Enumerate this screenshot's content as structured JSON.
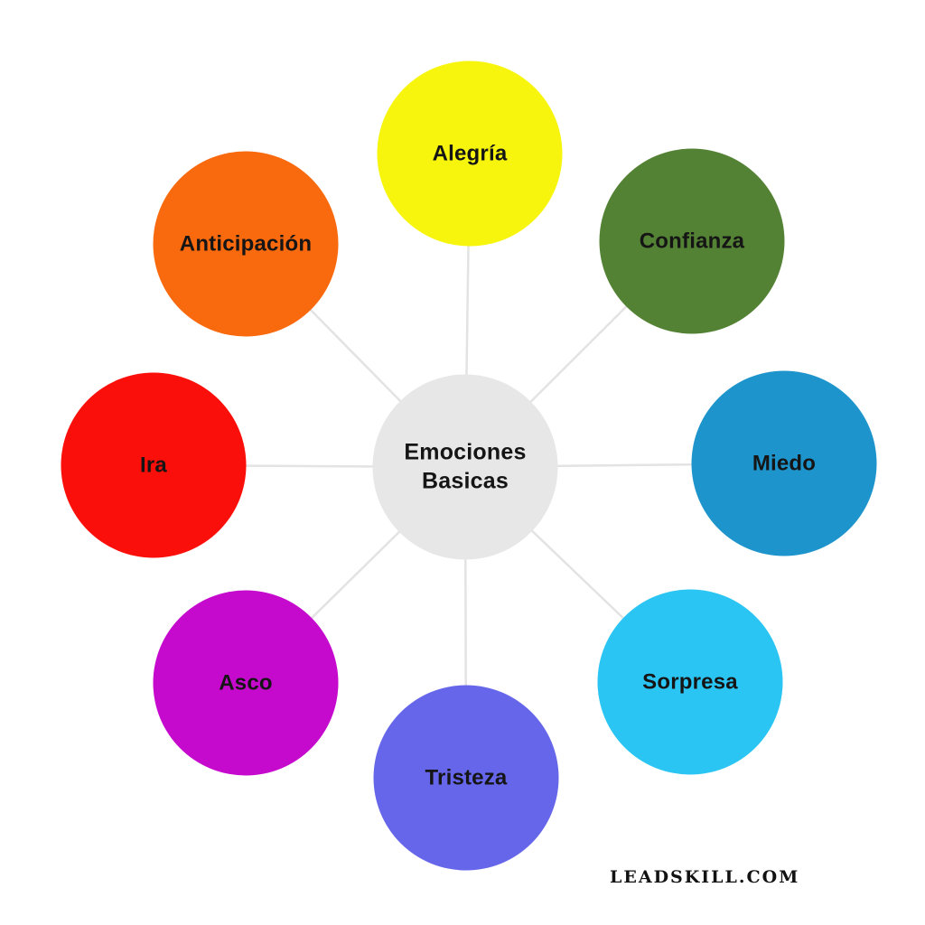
{
  "diagram": {
    "center": {
      "label": "Emociones Basicas",
      "color": "#E7E7E7"
    },
    "nodes": [
      {
        "id": "alegria",
        "label": "Alegría",
        "color": "#F7F50D"
      },
      {
        "id": "confianza",
        "label": "Confianza",
        "color": "#548235"
      },
      {
        "id": "miedo",
        "label": "Miedo",
        "color": "#1E94CC"
      },
      {
        "id": "sorpresa",
        "label": "Sorpresa",
        "color": "#2BC5F4"
      },
      {
        "id": "tristeza",
        "label": "Tristeza",
        "color": "#6666EB"
      },
      {
        "id": "asco",
        "label": "Asco",
        "color": "#C50ACE"
      },
      {
        "id": "ira",
        "label": "Ira",
        "color": "#FA0F0A"
      },
      {
        "id": "anticipacion",
        "label": "Anticipación",
        "color": "#F9690E"
      }
    ],
    "connector_color": "#E3E3E3",
    "text_color": "#151515",
    "background": "#FFFFFF"
  },
  "watermark": {
    "text": "LEADSKILL.COM"
  }
}
